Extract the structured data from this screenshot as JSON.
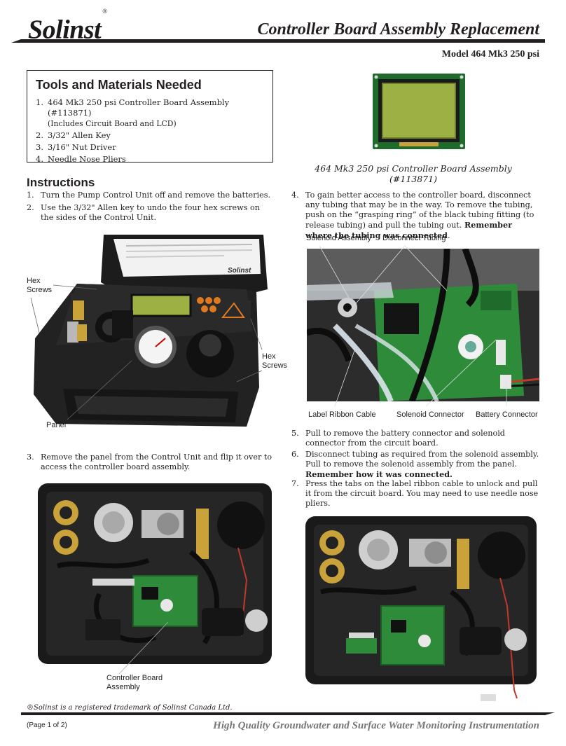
{
  "header": {
    "logo": "Solinst",
    "logo_mark": "®",
    "title": "Controller Board Assembly Replacement",
    "model": "Model 464 Mk3 250 psi"
  },
  "tools": {
    "title": "Tools and Materials Needed",
    "items": [
      {
        "num": "1.",
        "text": "464 Mk3 250 psi Controller Board Assembly (#113871)",
        "sub": "(Includes Circuit Board and LCD)"
      },
      {
        "num": "2.",
        "text": "3/32\" Allen Key"
      },
      {
        "num": "3.",
        "text": "3/16\" Nut Driver"
      },
      {
        "num": "4.",
        "text": "Needle Nose Pliers"
      }
    ]
  },
  "lcd_caption": "464 Mk3 250 psi Controller Board Assembly (#113871)",
  "instructions": {
    "title": "Instructions",
    "steps": [
      {
        "num": "1.",
        "text": "Turn the Pump Control Unit off and remove the batteries."
      },
      {
        "num": "2.",
        "text": "Use the 3/32\" Allen key to undo the four hex screws on the sides of the Control Unit."
      },
      {
        "num": "3.",
        "text": "Remove the panel from the Control Unit and flip it over to access the controller board assembly."
      },
      {
        "num": "4.",
        "text": "To gain better access to the controller board, disconnect any tubing that may be in the way. To remove the tubing, push on the “grasping ring” of the black tubing fitting (to release tubing) and pull the tubing out.",
        "bold": "Remember where the tubing was connected",
        "tail": "."
      },
      {
        "num": "5.",
        "text": "Pull to remove the battery connector and solenoid connector from the circuit board."
      },
      {
        "num": "6.",
        "text": "Disconnect tubing as required from the solenoid assembly. Pull to remove the solenoid assembly from the panel.",
        "bold": "Remember how it was connected."
      },
      {
        "num": "7.",
        "text": "Press the tabs on the label ribbon cable to unlock and pull it from the circuit board. You may need to use needle nose pliers."
      }
    ]
  },
  "photo1_labels": {
    "hex_left": "Hex Screws",
    "hex_right": "Hex Screws",
    "panel": "Panel",
    "case_brand": "Solinst"
  },
  "photo2_labels": {
    "controller": "Controller Board Assembly"
  },
  "photo3_labels": {
    "solenoid_assembly": "Solenoid Assembly",
    "disconnect_tubing": "Disconnect Tubing",
    "label_ribbon": "Label Ribbon Cable",
    "solenoid_connector": "Solenoid Connector",
    "battery_connector": "Battery Connector"
  },
  "footer": {
    "trademark": "®Solinst is a registered trademark of Solinst Canada Ltd.",
    "page": "(Page 1 of 2)",
    "tagline": "High Quality Groundwater and Surface Water Monitoring Instrumentation"
  },
  "colors": {
    "ink": "#231f20",
    "pcb_green": "#2e8b3a",
    "case_black": "#1c1c1c",
    "brass": "#c9a23a",
    "lcd_green": "#9db043",
    "accent_orange": "#e07a1f",
    "tagline_gray": "#777777"
  }
}
